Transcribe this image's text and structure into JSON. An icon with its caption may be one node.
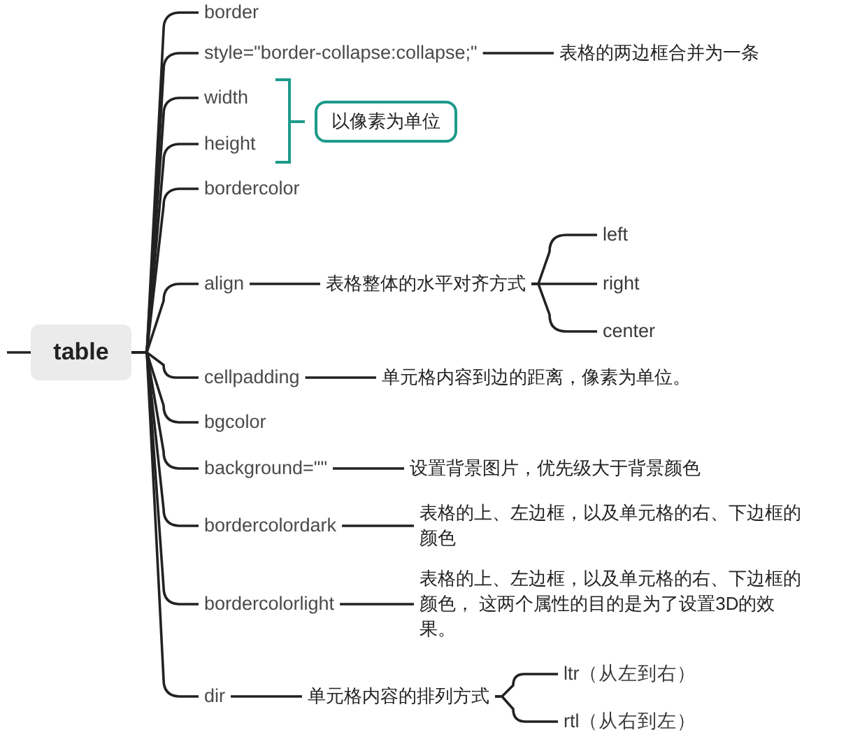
{
  "diagram": {
    "nodes": [
      {
        "text": [
          "table"
        ]
      },
      {
        "text": [
          "border"
        ]
      },
      {
        "text": [
          "style=\"border-collapse:collapse;\""
        ]
      },
      {
        "text": [
          "表格的两边框合并为一条"
        ]
      },
      {
        "text": [
          "width"
        ]
      },
      {
        "text": [
          "height"
        ]
      },
      {
        "text": [
          "以像素为单位"
        ]
      },
      {
        "text": [
          "bordercolor"
        ]
      },
      {
        "text": [
          "align"
        ]
      },
      {
        "text": [
          "表格整体的水平对齐方式"
        ]
      },
      {
        "text": [
          "left"
        ]
      },
      {
        "text": [
          "right"
        ]
      },
      {
        "text": [
          "center"
        ]
      },
      {
        "text": [
          "cellpadding"
        ]
      },
      {
        "text": [
          "单元格内容到边的距离，像素为单位。"
        ]
      },
      {
        "text": [
          "bgcolor"
        ]
      },
      {
        "text": [
          "background=\"\""
        ]
      },
      {
        "text": [
          "设置背景图片，优先级大于背景颜色"
        ]
      },
      {
        "text": [
          "bordercolordark"
        ]
      },
      {
        "text": [
          "表格的上、左边框，以及单元格的右、下边框的颜色"
        ]
      },
      {
        "text": [
          "bordercolorlight"
        ]
      },
      {
        "text": [
          "表格的上、左边框，以及单元格的右、下边框的颜色， 这两个属性的目的是为了设置3D的效果。"
        ]
      },
      {
        "text": [
          "dir"
        ]
      },
      {
        "text": [
          "单元格内容的排列方式"
        ]
      },
      {
        "text": [
          "ltr（从左到右）"
        ]
      },
      {
        "text": [
          "rtl（从右到左）"
        ]
      }
    ],
    "edges": [
      {
        "from": null,
        "to": 0,
        "arrow": "none"
      },
      {
        "from": 0,
        "to": 1,
        "arrow": "none"
      },
      {
        "from": 0,
        "to": 2,
        "arrow": "none"
      },
      {
        "from": 0,
        "to": 4,
        "arrow": "none"
      },
      {
        "from": 0,
        "to": 5,
        "arrow": "none"
      },
      {
        "from": 0,
        "to": 7,
        "arrow": "none"
      },
      {
        "from": 0,
        "to": 8,
        "arrow": "none"
      },
      {
        "from": 0,
        "to": 13,
        "arrow": "none"
      },
      {
        "from": 0,
        "to": 15,
        "arrow": "none"
      },
      {
        "from": 0,
        "to": 16,
        "arrow": "none"
      },
      {
        "from": 0,
        "to": 18,
        "arrow": "none"
      },
      {
        "from": 0,
        "to": 20,
        "arrow": "none"
      },
      {
        "from": 0,
        "to": 22,
        "arrow": "none"
      },
      {
        "from": 2,
        "to": 3,
        "arrow": "none"
      },
      {
        "from": 8,
        "to": 9,
        "arrow": "none"
      },
      {
        "from": 9,
        "to": 10,
        "arrow": "none"
      },
      {
        "from": 9,
        "to": 11,
        "arrow": "none"
      },
      {
        "from": 9,
        "to": 12,
        "arrow": "none"
      },
      {
        "from": 13,
        "to": 14,
        "arrow": "none"
      },
      {
        "from": 16,
        "to": 17,
        "arrow": "none"
      },
      {
        "from": 18,
        "to": 19,
        "arrow": "none"
      },
      {
        "from": 20,
        "to": 21,
        "arrow": "none"
      },
      {
        "from": 22,
        "to": 23,
        "arrow": "none"
      },
      {
        "from": 23,
        "to": 24,
        "arrow": "none"
      },
      {
        "from": 23,
        "to": 25,
        "arrow": "none"
      }
    ]
  }
}
